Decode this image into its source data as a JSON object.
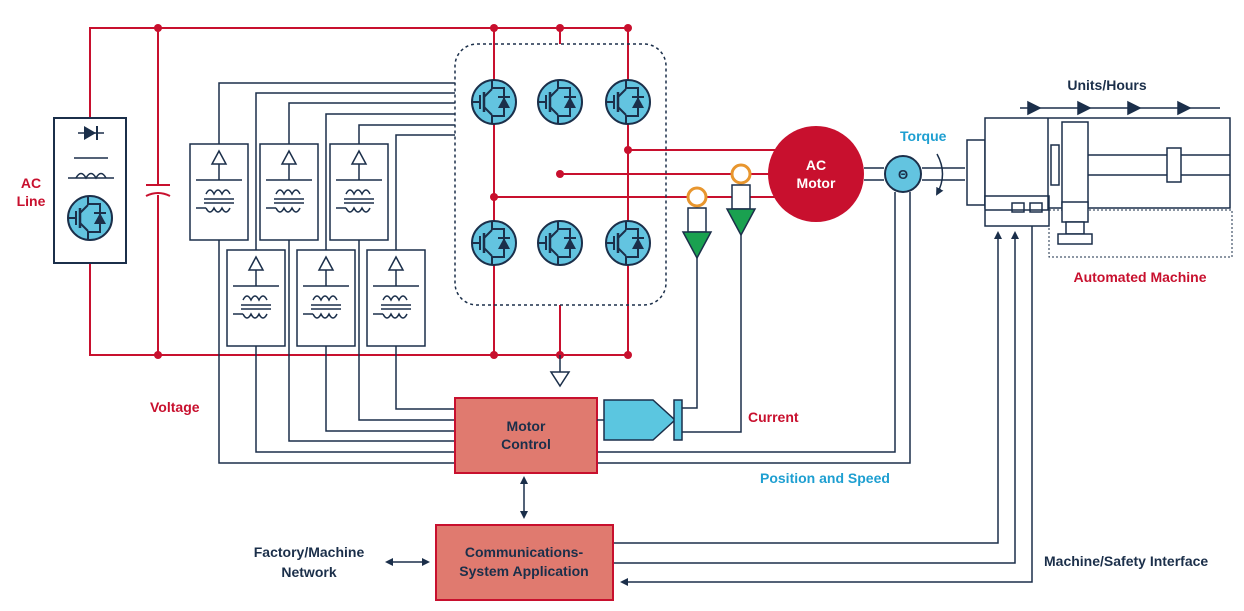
{
  "labels": {
    "ac_line_1": "AC",
    "ac_line_2": "Line",
    "voltage": "Voltage",
    "ac_motor_1": "AC",
    "ac_motor_2": "Motor",
    "torque": "Torque",
    "theta": "Θ",
    "units_hours": "Units/Hours",
    "automated_machine": "Automated Machine",
    "current": "Current",
    "position_speed": "Position and Speed",
    "motor_control_1": "Motor",
    "motor_control_2": "Control",
    "comms_1": "Communications-",
    "comms_2": "System Application",
    "factory_1": "Factory/Machine",
    "factory_2": "Network",
    "machine_safety": "Machine/Safety Interface"
  },
  "colors": {
    "power_red": "#c8102e",
    "signal_navy": "#1b2f4a",
    "accent_blue": "#1e9fd1",
    "box_salmon": "#e07a6f",
    "sensor_green": "#1aa150",
    "adc_cyan": "#5bc6e0",
    "igbt_fill": "#63c4e0"
  }
}
